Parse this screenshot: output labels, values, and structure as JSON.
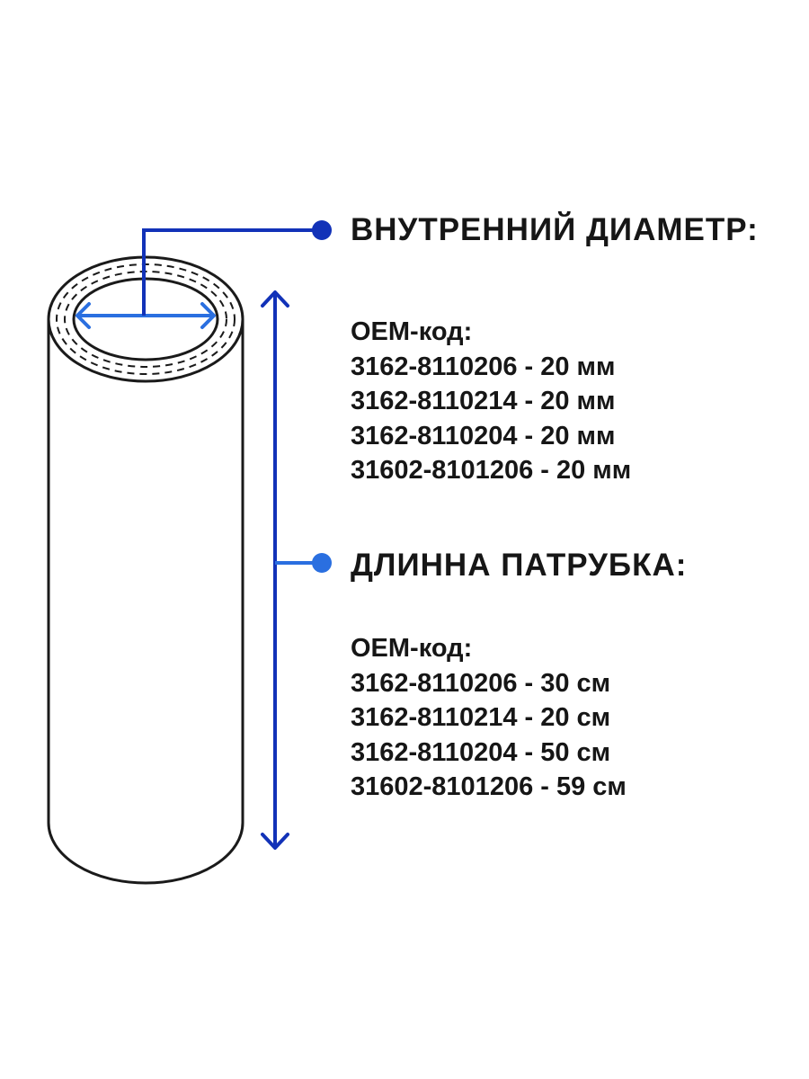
{
  "colors": {
    "accent_dark": "#1232b8",
    "accent_light": "#2a6fe0",
    "outline": "#1a1a1a",
    "text": "#161616"
  },
  "sections": {
    "inner_diameter": {
      "heading": "ВНУТРЕННИЙ ДИАМЕТР:",
      "code_label": "ОЕМ-код:",
      "items": [
        "3162-8110206 - 20 мм",
        "3162-8110214 - 20 мм",
        "3162-8110204 - 20 мм",
        "31602-8101206 - 20 мм"
      ]
    },
    "pipe_length": {
      "heading": "ДЛИННА ПАТРУБКА:",
      "code_label": "ОЕМ-код:",
      "items": [
        "3162-8110206 - 30 см",
        "3162-8110214 - 20 см",
        "3162-8110204 - 50 см",
        "31602-8101206 - 59 см"
      ]
    }
  }
}
